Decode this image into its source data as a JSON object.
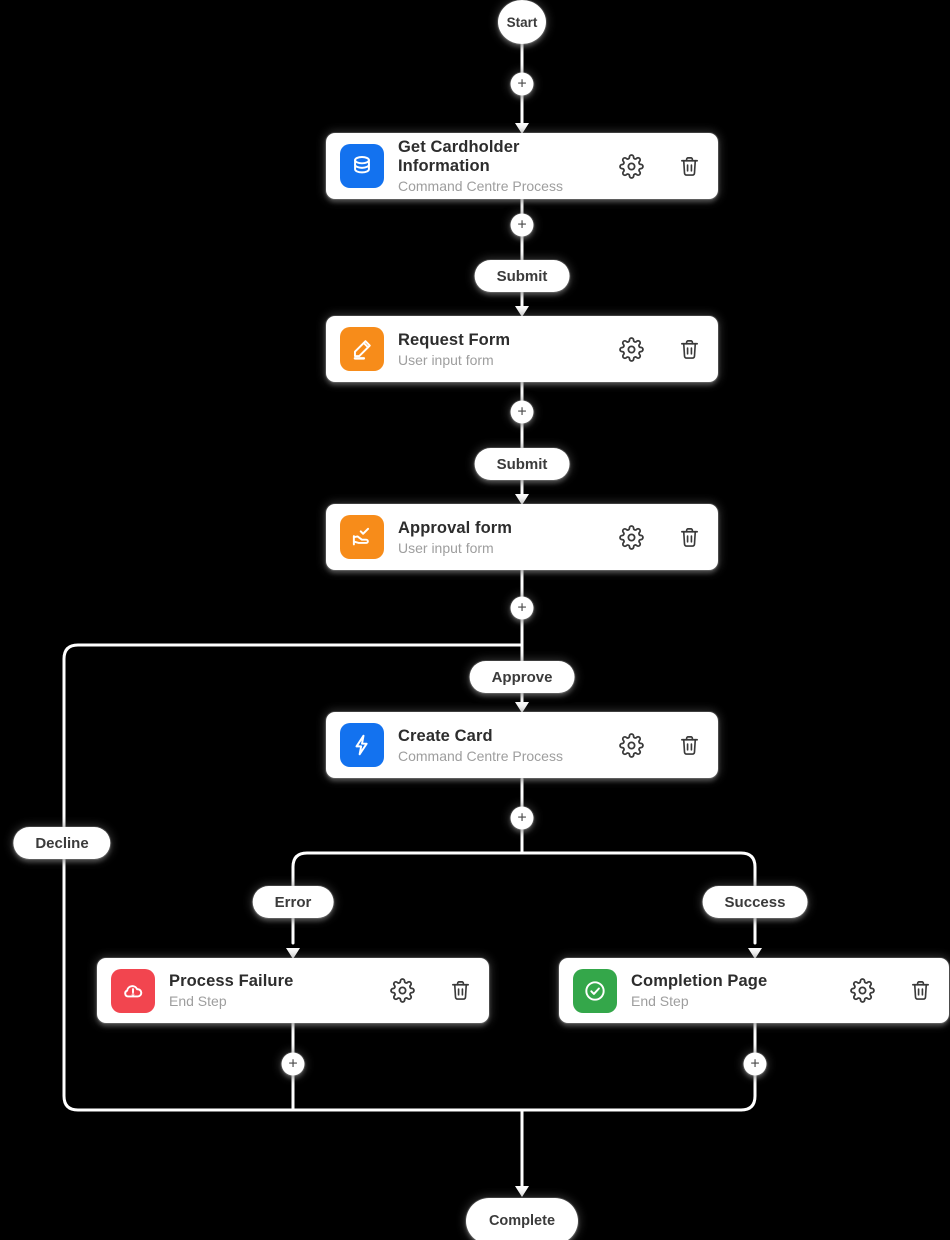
{
  "colors": {
    "background": "#000000",
    "connector": "#ffffff",
    "card_background": "#ffffff",
    "title_text": "#2d2d2d",
    "subtitle_text": "#9e9e9e",
    "pill_text": "#3b3b3b",
    "node_blue": "#1372EF",
    "node_orange": "#F78C1A",
    "node_red": "#F2454F",
    "node_green": "#34A74A"
  },
  "flow": {
    "start_label": "Start",
    "complete_label": "Complete",
    "plus_label": "+",
    "edge_labels": {
      "submit1": "Submit",
      "submit2": "Submit",
      "approve": "Approve",
      "decline": "Decline",
      "error": "Error",
      "success": "Success"
    },
    "nodes": [
      {
        "title": "Get Cardholder Information",
        "subtitle": "Command Centre Process",
        "icon": "database-icon",
        "color": "#1372EF"
      },
      {
        "title": "Request Form",
        "subtitle": "User input form",
        "icon": "pencil-icon",
        "color": "#F78C1A"
      },
      {
        "title": "Approval form",
        "subtitle": "User input form",
        "icon": "hand-check-icon",
        "color": "#F78C1A"
      },
      {
        "title": "Create Card",
        "subtitle": "Command Centre Process",
        "icon": "lightning-icon",
        "color": "#1372EF"
      },
      {
        "title": "Process Failure",
        "subtitle": "End Step",
        "icon": "cloud-alert-icon",
        "color": "#F2454F"
      },
      {
        "title": "Completion Page",
        "subtitle": "End Step",
        "icon": "check-circle-icon",
        "color": "#34A74A"
      }
    ]
  }
}
